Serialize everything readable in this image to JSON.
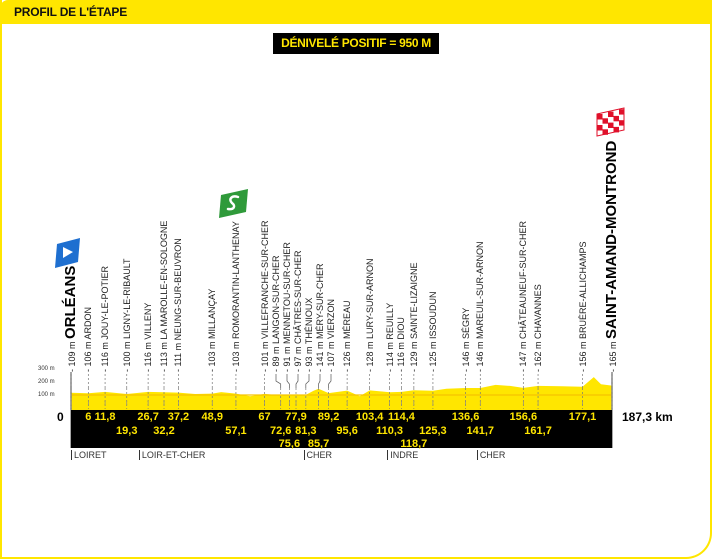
{
  "header": {
    "title": "PROFIL DE L'ÉTAPE"
  },
  "elevation_gain": "DÉNIVELÉ POSITIF = 950 M",
  "colors": {
    "accent": "#ffe600",
    "bar": "#000000",
    "start_flag": "#1e6fd0",
    "sprint": "#2f9a3a",
    "finish": "#e0102a"
  },
  "chart_data": {
    "type": "area",
    "title": "",
    "xlabel": "",
    "ylabel": "",
    "xlim": [
      0,
      187.3
    ],
    "ylim": [
      0,
      300
    ],
    "y_ticks": [
      "100 m",
      "200 m",
      "300 m"
    ],
    "start_label": "0",
    "distance_label": "187,3 km",
    "waypoints": [
      {
        "km": 0,
        "km_label": "",
        "alt": 109,
        "alt_label": "109 m",
        "name": "ORLÉANS",
        "major": true
      },
      {
        "km": 6,
        "km_label": "6",
        "alt": 106,
        "alt_label": "106 m",
        "name": "ARDON"
      },
      {
        "km": 11.8,
        "km_label": "11,8",
        "alt": 116,
        "alt_label": "116 m",
        "name": "JOUY-LE-POTIER"
      },
      {
        "km": 19.3,
        "km_label": "19,3",
        "alt": 100,
        "alt_label": "100 m",
        "name": "LIGNY-LE-RIBAULT"
      },
      {
        "km": 26.7,
        "km_label": "26,7",
        "alt": 116,
        "alt_label": "116 m",
        "name": "VILLENY"
      },
      {
        "km": 32.2,
        "km_label": "32,2",
        "alt": 113,
        "alt_label": "113 m",
        "name": "LA MAROLLE-EN-SOLOGNE"
      },
      {
        "km": 37.2,
        "km_label": "37,2",
        "alt": 111,
        "alt_label": "111 m",
        "name": "NEUNG-SUR-BEUVRON"
      },
      {
        "km": 48.9,
        "km_label": "48,9",
        "alt": 103,
        "alt_label": "103 m",
        "name": "MILLANÇAY"
      },
      {
        "km": 57.1,
        "km_label": "57,1",
        "alt": 103,
        "alt_label": "103 m",
        "name": "ROMORANTIN-LANTHENAY",
        "sprint": true
      },
      {
        "km": 67,
        "km_label": "67",
        "alt": 101,
        "alt_label": "101 m",
        "name": "VILLEFRANCHE-SUR-CHER"
      },
      {
        "km": 72.6,
        "km_label": "72,6",
        "alt": 89,
        "alt_label": "89 m",
        "name": "LANGON-SUR-CHER"
      },
      {
        "km": 75.6,
        "km_label": "75,6",
        "alt": 91,
        "alt_label": "91 m",
        "name": "MENNETOU-SUR-CHER"
      },
      {
        "km": 77.9,
        "km_label": "77,9",
        "alt": 97,
        "alt_label": "97 m",
        "name": "CHÂTRES-SUR-CHER"
      },
      {
        "km": 81.3,
        "km_label": "81,3",
        "alt": 93,
        "alt_label": "93 m",
        "name": "THÉNIOUX"
      },
      {
        "km": 85.7,
        "km_label": "85,7",
        "alt": 141,
        "alt_label": "141 m",
        "name": "MÉRY-SUR-CHER"
      },
      {
        "km": 89.2,
        "km_label": "89,2",
        "alt": 107,
        "alt_label": "107 m",
        "name": "VIERZON"
      },
      {
        "km": 95.6,
        "km_label": "95,6",
        "alt": 126,
        "alt_label": "126 m",
        "name": "MÉREAU"
      },
      {
        "km": 103.4,
        "km_label": "103,4",
        "alt": 128,
        "alt_label": "128 m",
        "name": "LURY-SUR-ARNON"
      },
      {
        "km": 110.3,
        "km_label": "110,3",
        "alt": 114,
        "alt_label": "114 m",
        "name": "REUILLY"
      },
      {
        "km": 114.4,
        "km_label": "114,4",
        "alt": 116,
        "alt_label": "116 m",
        "name": "DIOU"
      },
      {
        "km": 118.7,
        "km_label": "118,7",
        "alt": 129,
        "alt_label": "129 m",
        "name": "SAINTE-LIZAIGNE"
      },
      {
        "km": 125.3,
        "km_label": "125,3",
        "alt": 125,
        "alt_label": "125 m",
        "name": "ISSOUDUN"
      },
      {
        "km": 136.6,
        "km_label": "136,6",
        "alt": 146,
        "alt_label": "146 m",
        "name": "SÉGRY"
      },
      {
        "km": 141.7,
        "km_label": "141,7",
        "alt": 146,
        "alt_label": "146 m",
        "name": "MAREUIL-SUR-ARNON"
      },
      {
        "km": 156.6,
        "km_label": "156,6",
        "alt": 147,
        "alt_label": "147 m",
        "name": "CHÂTEAUNEUF-SUR-CHER"
      },
      {
        "km": 161.7,
        "km_label": "161,7",
        "alt": 162,
        "alt_label": "162 m",
        "name": "CHAVANNES"
      },
      {
        "km": 177.1,
        "km_label": "177,1",
        "alt": 156,
        "alt_label": "156 m",
        "name": "BRUÈRE-ALLICHAMPS"
      },
      {
        "km": 187.3,
        "km_label": "",
        "alt": 165,
        "alt_label": "165 m",
        "name": "SAINT-AMAND-MONTROND",
        "major": true
      }
    ],
    "profile": [
      [
        0,
        109
      ],
      [
        6,
        106
      ],
      [
        11.8,
        116
      ],
      [
        19.3,
        100
      ],
      [
        26.7,
        116
      ],
      [
        32.2,
        113
      ],
      [
        37.2,
        111
      ],
      [
        43,
        100
      ],
      [
        48.9,
        103
      ],
      [
        52,
        115
      ],
      [
        57.1,
        103
      ],
      [
        62,
        82
      ],
      [
        67,
        101
      ],
      [
        72.6,
        89
      ],
      [
        75.6,
        91
      ],
      [
        77.9,
        97
      ],
      [
        81.3,
        93
      ],
      [
        84,
        125
      ],
      [
        85.7,
        141
      ],
      [
        89.2,
        107
      ],
      [
        95.6,
        126
      ],
      [
        100,
        82
      ],
      [
        103.4,
        128
      ],
      [
        110.3,
        114
      ],
      [
        114.4,
        116
      ],
      [
        118.7,
        129
      ],
      [
        125.3,
        125
      ],
      [
        130,
        140
      ],
      [
        136.6,
        146
      ],
      [
        141.7,
        146
      ],
      [
        147,
        170
      ],
      [
        152,
        162
      ],
      [
        156.6,
        147
      ],
      [
        161.7,
        162
      ],
      [
        170,
        160
      ],
      [
        177.1,
        156
      ],
      [
        181,
        230
      ],
      [
        183.5,
        175
      ],
      [
        187.3,
        165
      ]
    ],
    "departments": [
      {
        "km": 0,
        "name": "LOIRET"
      },
      {
        "km": 23.5,
        "name": "LOIR-ET-CHER"
      },
      {
        "km": 80.5,
        "name": "CHER"
      },
      {
        "km": 109.5,
        "name": "INDRE"
      },
      {
        "km": 140.5,
        "name": "CHER"
      }
    ]
  }
}
